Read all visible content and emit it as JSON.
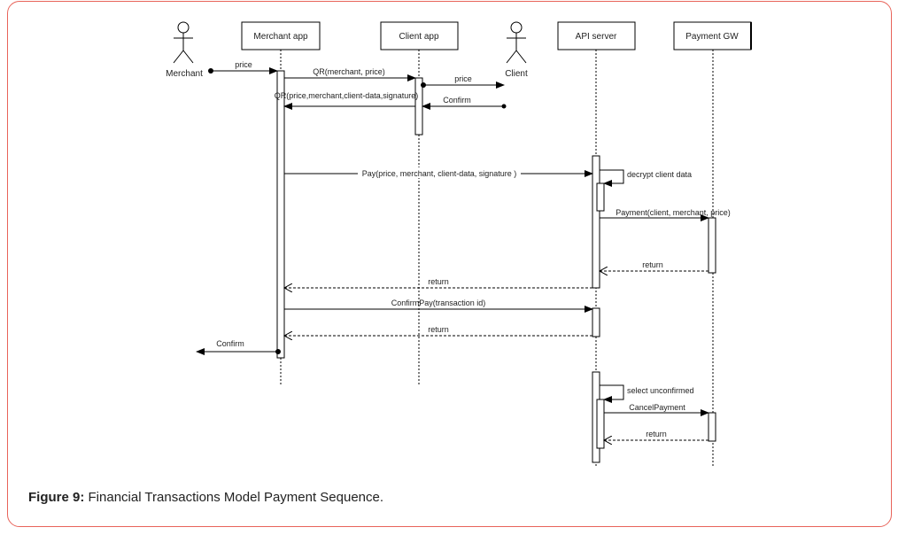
{
  "diagram": {
    "type": "sequence",
    "participants": [
      {
        "id": "merchant",
        "label": "Merchant",
        "kind": "actor"
      },
      {
        "id": "merchant_app",
        "label": "Merchant app",
        "kind": "lifeline"
      },
      {
        "id": "client_app",
        "label": "Client app",
        "kind": "lifeline"
      },
      {
        "id": "client",
        "label": "Client",
        "kind": "actor"
      },
      {
        "id": "api_server",
        "label": "API server",
        "kind": "lifeline"
      },
      {
        "id": "payment_gw",
        "label": "Payment GW",
        "kind": "lifeline"
      }
    ],
    "messages": [
      {
        "from": "merchant",
        "to": "merchant_app",
        "label": "price",
        "style": "solid"
      },
      {
        "from": "merchant_app",
        "to": "client_app",
        "label": "QR(merchant, price)",
        "style": "solid"
      },
      {
        "from": "client_app",
        "to": "client",
        "label": "price",
        "style": "solid"
      },
      {
        "from": "client",
        "to": "client_app",
        "label": "Confirm",
        "style": "solid"
      },
      {
        "from": "client_app",
        "to": "merchant_app",
        "label": "QR(price,merchant,client-data,signature)",
        "style": "solid"
      },
      {
        "from": "merchant_app",
        "to": "api_server",
        "label": "Pay(price, merchant, client-data, signature )",
        "style": "solid"
      },
      {
        "from": "api_server",
        "to": "api_server",
        "label": "decrypt client data",
        "style": "self"
      },
      {
        "from": "api_server",
        "to": "payment_gw",
        "label": "Payment(client, merchant, price)",
        "style": "solid"
      },
      {
        "from": "payment_gw",
        "to": "api_server",
        "label": "return",
        "style": "dashed"
      },
      {
        "from": "api_server",
        "to": "merchant_app",
        "label": "return",
        "style": "dashed"
      },
      {
        "from": "merchant_app",
        "to": "api_server",
        "label": "ConfirmPay(transaction id)",
        "style": "solid"
      },
      {
        "from": "api_server",
        "to": "merchant_app",
        "label": "return",
        "style": "dashed"
      },
      {
        "from": "merchant_app",
        "to": "merchant",
        "label": "Confirm",
        "style": "solid"
      },
      {
        "from": "api_server",
        "to": "api_server",
        "label": "select unconfirmed",
        "style": "self"
      },
      {
        "from": "api_server",
        "to": "payment_gw",
        "label": "CancelPayment",
        "style": "solid"
      },
      {
        "from": "payment_gw",
        "to": "api_server",
        "label": "return",
        "style": "dashed"
      }
    ]
  },
  "caption": {
    "label": "Figure 9:",
    "text": " Financial Transactions Model Payment Sequence."
  },
  "colors": {
    "frame_border": "#e8645a",
    "line": "#000000"
  }
}
